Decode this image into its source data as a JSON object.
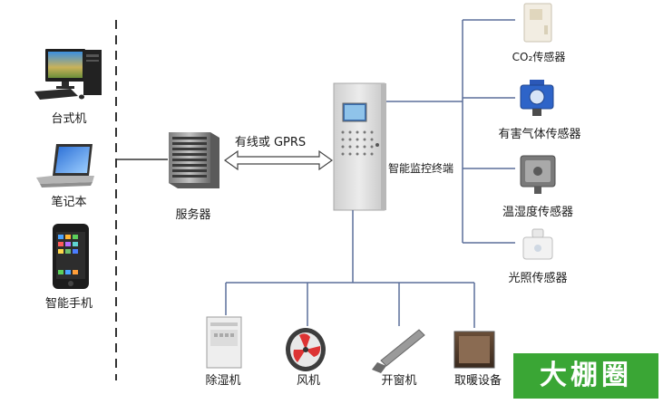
{
  "clients": {
    "desktop": "台式机",
    "laptop": "笔记本",
    "phone": "智能手机"
  },
  "server": {
    "label": "服务器"
  },
  "link": {
    "label": "有线或 GPRS"
  },
  "terminal": {
    "label": "智能监控终端"
  },
  "sensors": {
    "co2": "CO₂传感器",
    "gas": "有害气体传感器",
    "temp_humidity": "温湿度传感器",
    "light": "光照传感器"
  },
  "actuators": {
    "dehumidifier": "除湿机",
    "fan": "风机",
    "window_opener": "开窗机",
    "heater": "取暖设备"
  },
  "watermark": {
    "text": "大棚圈"
  },
  "colors": {
    "line": "#5b6f9a",
    "cabinet": "#e6e6e6",
    "watermark_bg": "#3aa635"
  }
}
